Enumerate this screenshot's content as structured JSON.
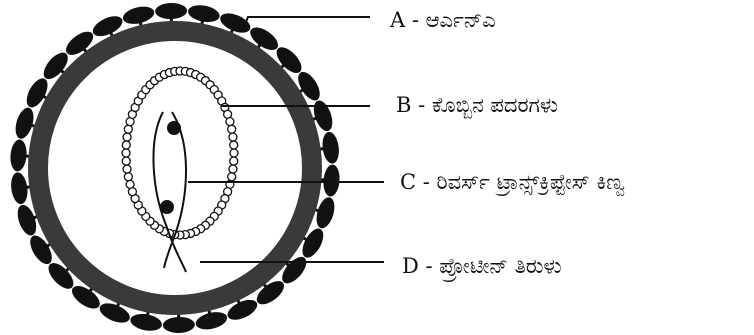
{
  "labels": {
    "A": "A - ಆರ್ಎನ್ಎ",
    "B": "B - ಕೊಬ್ಬಿನ ಪದರಗಳು",
    "C": "C - ರಿವರ್ಸ್ ಟ್ರಾನ್ಸ್‌ಕ್ರಿಪ್ಟೇಸ್ ಕಿಣ್ವ",
    "D": "D - ಪ್ರೋಟೀನ್ ತಿರುಳು"
  },
  "colors": {
    "stroke": "#111111",
    "envelope": "#3a3a3a",
    "fill": "#ffffff"
  }
}
